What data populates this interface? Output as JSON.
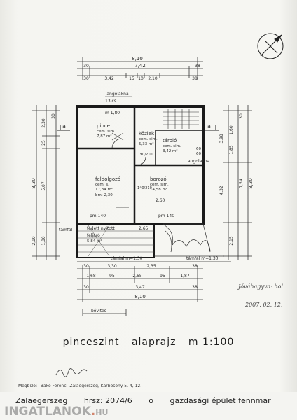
{
  "drawing": {
    "title": [
      "pinceszint",
      "alaprajz",
      "m 1:100"
    ],
    "rooms": [
      {
        "name": "pince",
        "floor": "cem. sim.",
        "area": "7,87 m²",
        "height": "m 1,80"
      },
      {
        "name": "közlek",
        "floor": "cem. sim.",
        "area": "5,33 m²"
      },
      {
        "name": "tároló",
        "floor": "cem. sim.",
        "area": "3,42 m²"
      },
      {
        "name": "feldolgozó",
        "floor": "cem. s.",
        "area": "17,34 m²",
        "height": "bm: 2,30"
      },
      {
        "name": "borozó",
        "floor": "cem. sim.",
        "area": "14,58 m²"
      },
      {
        "name": "feljáró",
        "note": "fedett nyitott",
        "area": "5,84 m²"
      }
    ],
    "labels": {
      "angolakna_top": "angolakna",
      "angolakna_right": "angolakna",
      "tamfal_left": "támfal",
      "tamfal_bottom_1": "támfal m=1,30",
      "tamfal_bottom_2": "támfal m=1,30",
      "bovites": "bővítés",
      "section_a": "a",
      "m_height": "m 1,80",
      "pm_140": "pm 140",
      "pm_140b": "pm 140",
      "n_13cs": "13 cs",
      "n_260": "2,60",
      "n_265": "2,65",
      "n_140_210": "140/210",
      "n_90_210": "90/210",
      "n_60": "60",
      "n_60b": "60"
    },
    "top_dims": {
      "overall": "8,10",
      "inner": "7,42",
      "segments": [
        "30",
        "3,42",
        "15",
        "10",
        "2,10",
        "38"
      ],
      "right": "38"
    },
    "bottom_dims": {
      "row1": [
        "30",
        "3,30",
        "2,35",
        "38"
      ],
      "row2": [
        "1,68",
        "95",
        "2,65",
        "95",
        "1,87"
      ],
      "row3": [
        "30",
        "3,47",
        "38"
      ],
      "overall": "8,10"
    },
    "left_dims": [
      "30",
      "2,30",
      "25",
      "5,07",
      "8,30",
      "2,10",
      "1,80",
      "30"
    ],
    "right_dims": [
      "3,98",
      "1,60",
      "1,85",
      "30",
      "4,32",
      "7,54",
      "8,30",
      "2,15",
      "30"
    ]
  },
  "annotation": {
    "handwritten": "Jóváhagyva: hol",
    "date": "2007. 02. 12."
  },
  "owner": {
    "label": "Megbízó:",
    "name": "Bakó Ferenc",
    "address": "Zalaegerszeg, Karbosony 5. 4, 12."
  },
  "bottom_bar": {
    "city": "Zalaegerszeg",
    "hrsz": "hrsz: 2074/6",
    "bullet": "o",
    "desc": "gazdasági épület fennmar"
  },
  "watermark": {
    "text": "INGATLANOK",
    "dot": ".",
    "tail": "HU"
  }
}
